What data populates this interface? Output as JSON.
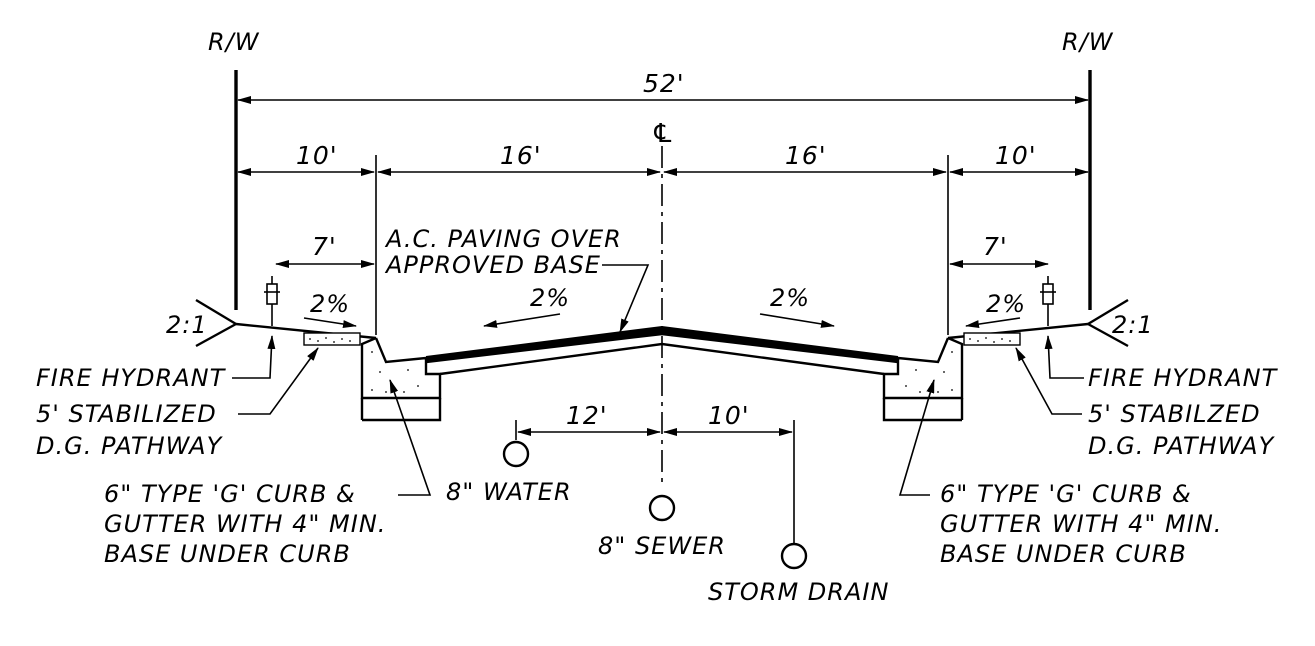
{
  "labels": {
    "rw_left": "R/W",
    "rw_right": "R/W",
    "total_width": "52'",
    "centerline": "℄",
    "dim_left_side": "10'",
    "dim_left_lane": "16'",
    "dim_right_lane": "16'",
    "dim_right_side": "10'",
    "dim_left_path": "7'",
    "dim_right_path": "7'",
    "paving_line1": "A.C. PAVING OVER",
    "paving_line2": "APPROVED BASE",
    "slope_left_walk": "2%",
    "slope_left_road": "2%",
    "slope_right_road": "2%",
    "slope_right_walk": "2%",
    "grade_left": "2:1",
    "grade_right": "2:1",
    "fire_hydrant_left": "FIRE HYDRANT",
    "fire_hydrant_right": "FIRE HYDRANT",
    "pathway_left_line1": "5' STABILIZED",
    "pathway_left_line2": "D.G. PATHWAY",
    "pathway_right_line1": "5' STABILZED",
    "pathway_right_line2": "D.G. PATHWAY",
    "curb_left_line1": "6\" TYPE 'G' CURB &",
    "curb_left_line2": "GUTTER WITH 4\" MIN.",
    "curb_left_line3": "BASE UNDER CURB",
    "curb_right_line1": "6\" TYPE 'G' CURB &",
    "curb_right_line2": "GUTTER WITH 4\" MIN.",
    "curb_right_line3": "BASE UNDER CURB",
    "dim_water_offset": "12'",
    "dim_storm_offset": "10'",
    "water": "8\" WATER",
    "sewer": "8\" SEWER",
    "storm": "STORM DRAIN"
  }
}
